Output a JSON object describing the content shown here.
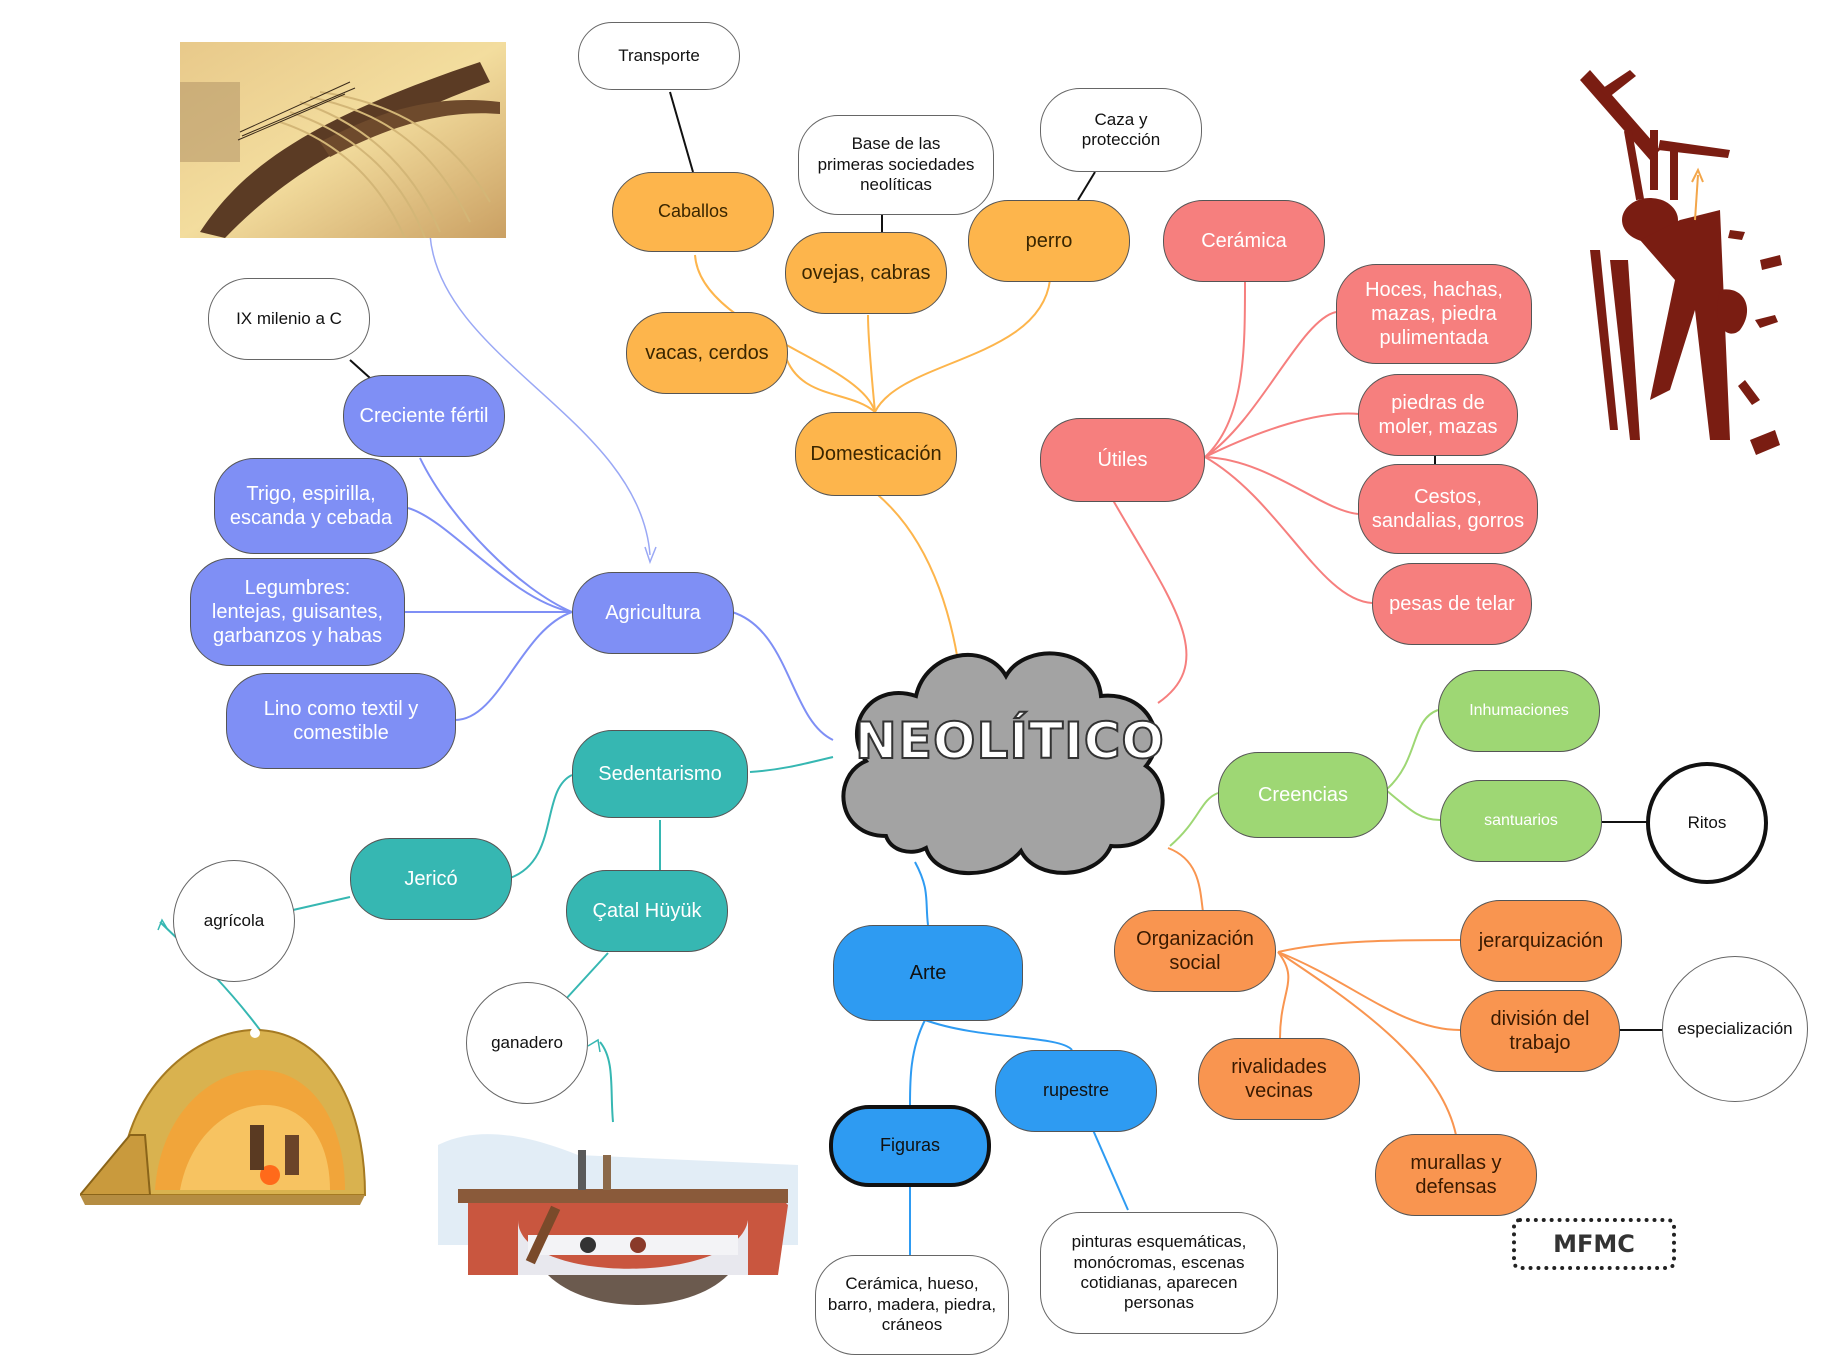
{
  "center": {
    "label": "NEOLÍTICO"
  },
  "branches": {
    "domesticacion": {
      "label": "Domesticación",
      "caballos": "Caballos",
      "transporte": "Transporte",
      "ovejas": "ovejas, cabras",
      "base": "Base de las\nprimeras sociedades\nneolíticas",
      "perro": "perro",
      "caza": "Caza y\nprotección",
      "vacas": "vacas, cerdos"
    },
    "utiles": {
      "label": "Útiles",
      "ceramica": "Cerámica",
      "hoces": "Hoces, hachas,\nmazas, piedra\npulimentada",
      "piedras": "piedras de\nmoler, mazas",
      "cestos": "Cestos,\nsandalias, gorros",
      "pesas": "pesas de telar"
    },
    "agricultura": {
      "label": "Agricultura",
      "creciente": "Creciente fértil",
      "milenio": "IX milenio a C",
      "trigo": "Trigo, espirilla,\nescanda y cebada",
      "legumbres": "Legumbres:\nlentejas, guisantes,\ngarbanzos y habas",
      "lino": "Lino como textil y\ncomestible"
    },
    "sedentarismo": {
      "label": "Sedentarismo",
      "jerico": "Jericó",
      "agricola": "agrícola",
      "catal": "Çatal Hüyük",
      "ganadero": "ganadero"
    },
    "creencias": {
      "label": "Creencias",
      "inhumaciones": "Inhumaciones",
      "santuarios": "santuarios",
      "ritos": "Ritos"
    },
    "organizacion": {
      "label": "Organización\nsocial",
      "jerarquizacion": "jerarquización",
      "division": "división del\ntrabajo",
      "especializacion": "especialización",
      "rivalidades": "rivalidades\nvecinas",
      "murallas": "murallas y\ndefensas"
    },
    "arte": {
      "label": "Arte",
      "rupestre": "rupestre",
      "figuras": "Figuras",
      "figuras_desc": "Cerámica, hueso,\nbarro, madera, piedra,\ncráneos",
      "rupestre_desc": "pinturas esquemáticas,\nmonócromas, escenas\ncotidianas, aparecen\npersonas"
    }
  },
  "signature": "MFMC",
  "colors": {
    "orange": "#fdb54c",
    "red": "#f67f7e",
    "blue": "#7f8ff5",
    "teal": "#36b7b2",
    "green": "#9ed774",
    "light_orange": "#f99550",
    "sky_blue": "#2e9bf2",
    "cloud_gray": "#a3a3a3"
  }
}
